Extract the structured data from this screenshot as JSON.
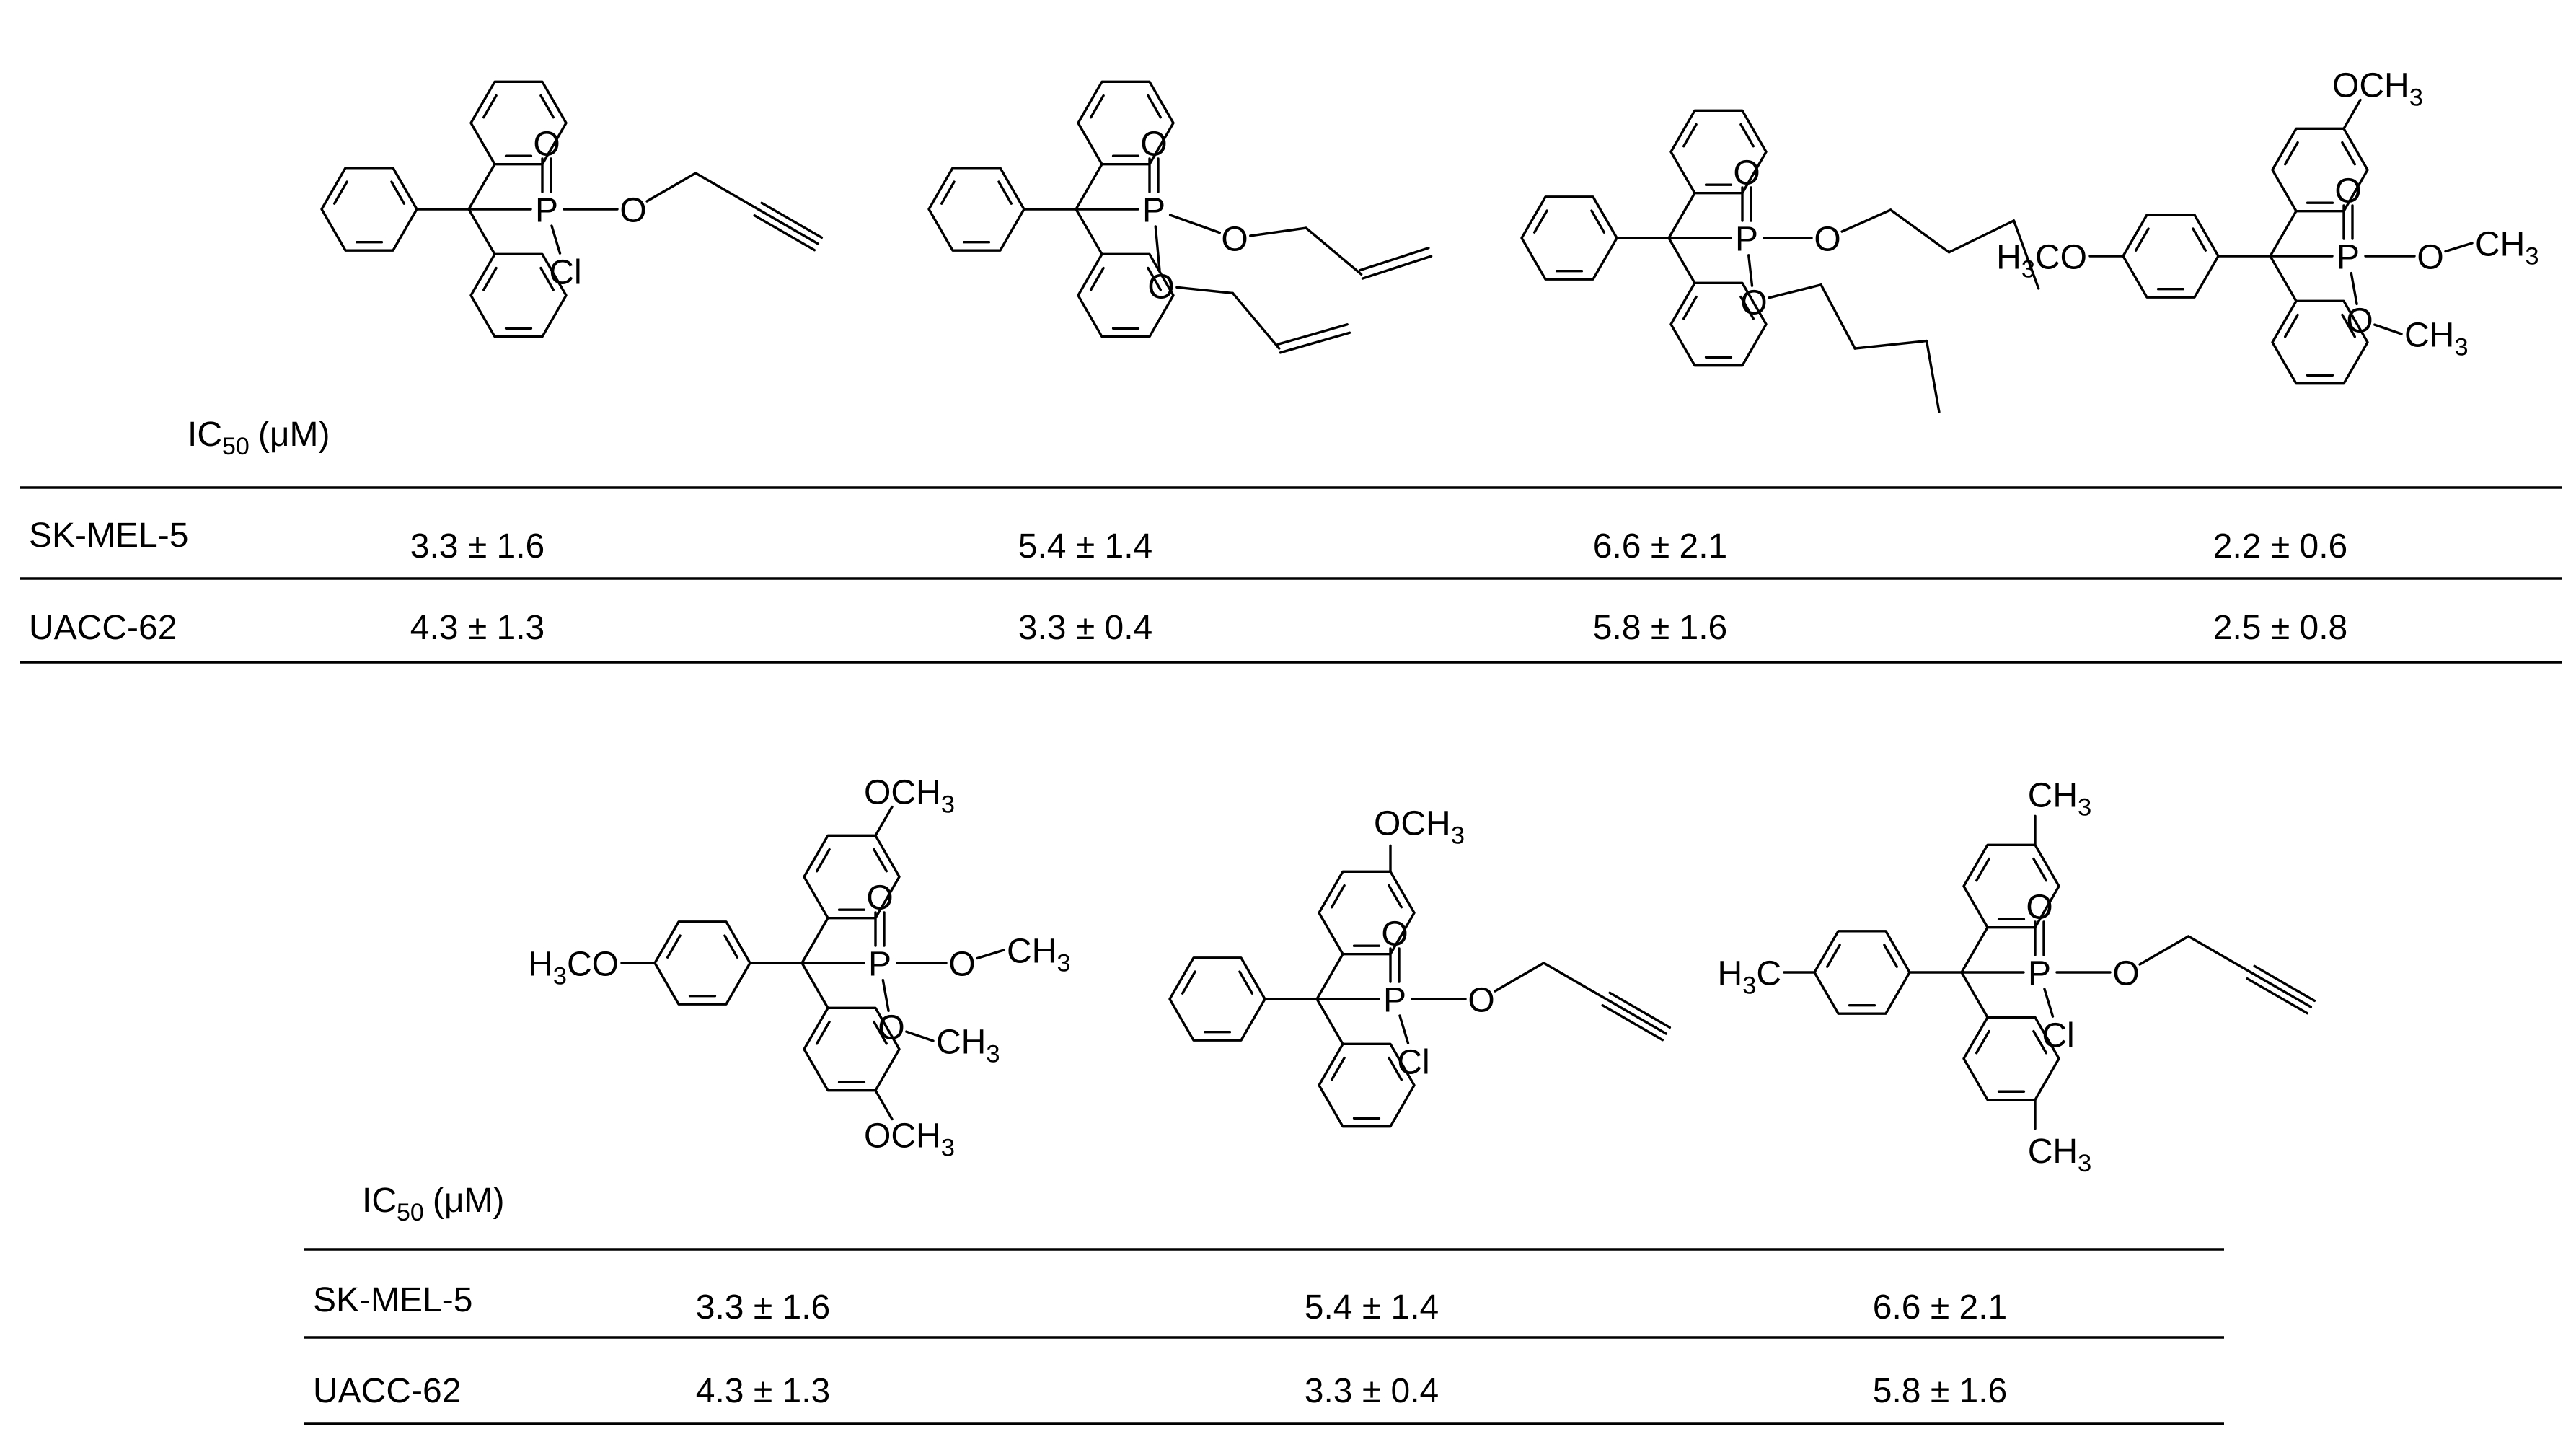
{
  "ic50_label": {
    "main": "IC",
    "sub": "50",
    "unit": "(μM)"
  },
  "atoms": {
    "P": "P",
    "O": "O",
    "Cl": "Cl",
    "CH3": "CH",
    "three": "3",
    "OCH3": "OCH",
    "H3CO_H": "H",
    "H3CO_rest": "CO",
    "H3C_rest": "C"
  },
  "table_top": {
    "rows": [
      {
        "label": "SK-MEL-5",
        "values": [
          "3.3 ± 1.6",
          "5.4 ± 1.4",
          "6.6 ± 2.1",
          "2.2 ± 0.6"
        ]
      },
      {
        "label": "UACC-62",
        "values": [
          "4.3 ± 1.3",
          "3.3 ± 0.4",
          "5.8 ± 1.6",
          "2.5 ± 0.8"
        ]
      }
    ]
  },
  "table_bottom": {
    "rows": [
      {
        "label": "SK-MEL-5",
        "values": [
          "3.3 ± 1.6",
          "5.4 ± 1.4",
          "6.6 ± 2.1"
        ]
      },
      {
        "label": "UACC-62",
        "values": [
          "4.3 ± 1.3",
          "3.3 ± 0.4",
          "5.8 ± 1.6"
        ]
      }
    ]
  }
}
